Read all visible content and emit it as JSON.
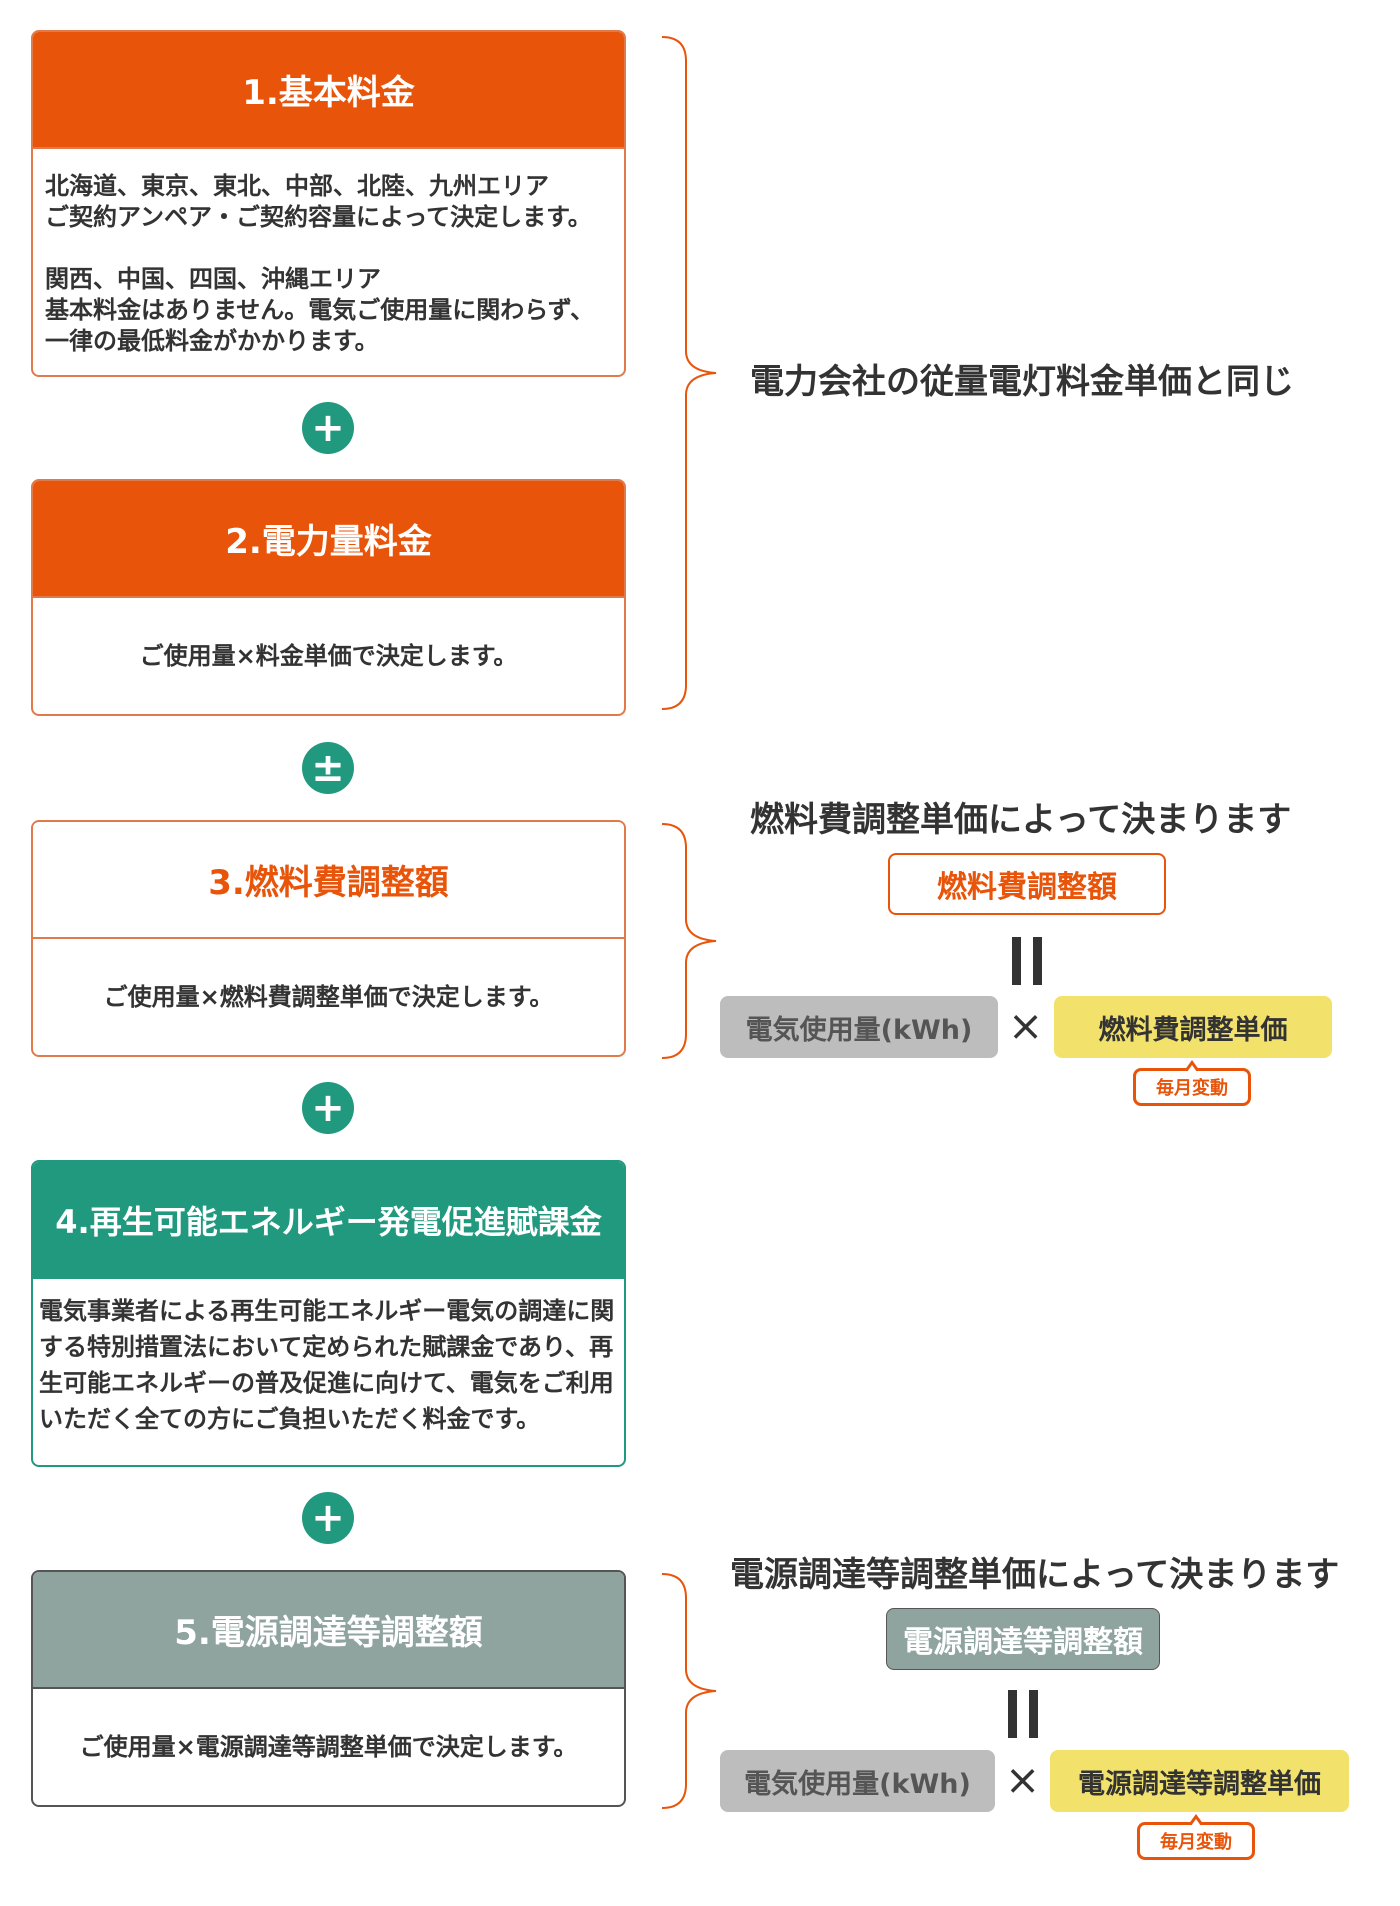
{
  "colors": {
    "orange": "#e8540a",
    "green": "#20997f",
    "gray_green": "#8fa39f",
    "pill_gray": "#bdbdbd",
    "pill_yellow": "#f2e26b"
  },
  "items": [
    {
      "title": "1.基本料金",
      "paragraphs": [
        [
          "北海道、東京、東北、中部、北陸、九州エリア",
          "ご契約アンペア・ご契約容量によって決定します。"
        ],
        [
          "関西、中国、四国、沖縄エリア",
          "基本料金はありません。電気ご使用量に関わらず、",
          "一律の最低料金がかかります。"
        ]
      ]
    },
    {
      "title": "2.電力量料金",
      "body": "ご使用量×料金単価で決定します。"
    },
    {
      "title": "3.燃料費調整額",
      "body": "ご使用量×燃料費調整単価で決定します。"
    },
    {
      "title": "4.再生可能エネルギー発電促進賦課金",
      "body": [
        "電気事業者による再生可能エネルギー電気の調達に関",
        "する特別措置法において定められた賦課金であり、再",
        "生可能エネルギーの普及促進に向けて、電気をご利用",
        "いただく全ての方にご負担いただく料金です。"
      ]
    },
    {
      "title": "5.電源調達等調整額",
      "body": "ご使用量×電源調達等調整単価で決定します。"
    }
  ],
  "operators": [
    "+",
    "±",
    "+",
    "+"
  ],
  "notes": {
    "same_as": "電力会社の従量電灯料金単価と同じ",
    "fuel": {
      "title": "燃料費調整単価によって決まります",
      "result": "燃料費調整額",
      "usage": "電気使用量(kWh)",
      "times": "×",
      "rate": "燃料費調整単価",
      "badge": "毎月変動"
    },
    "source": {
      "title": "電源調達等調整単価によって決まります",
      "result": "電源調達等調整額",
      "usage": "電気使用量(kWh)",
      "times": "×",
      "rate": "電源調達等調整単価",
      "badge": "毎月変動"
    }
  }
}
